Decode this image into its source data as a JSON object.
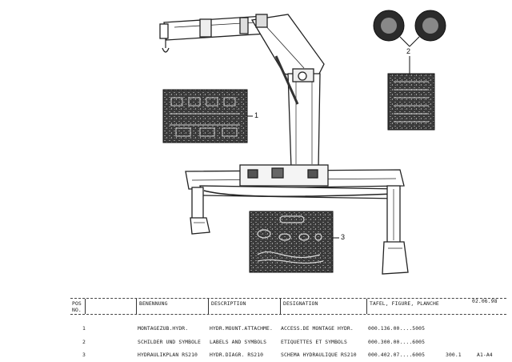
{
  "callouts": [
    "3",
    "2",
    "1"
  ],
  "table": {
    "headers": {
      "pos_line1": "POS",
      "pos_line2": "NO.",
      "benennung": "BENENNUNG",
      "description": "DESCRIPTION",
      "designation": "DESIGNATION",
      "tafel": "TAFEL, FIGURE, PLANCHE",
      "date": "02.06.98"
    },
    "rows": [
      {
        "pos": "1",
        "benennung": "MONTAGEZUB.HYDR.",
        "description": "HYDR.MOUNT.ATTACHME.",
        "designation": "ACCESS.DE MONTAGE HYDR.",
        "tafel": "000.136.00....5005",
        "extra1": "",
        "extra2": ""
      },
      {
        "pos": "2",
        "benennung": "SCHILDER UND SYMBOLE",
        "description": "LABELS AND SYMBOLS",
        "designation": "ETIQUETTES ET SYMBOLS",
        "tafel": "000.300.00....6005",
        "extra1": "",
        "extra2": ""
      },
      {
        "pos": "3",
        "benennung": "HYDRAULIKPLAN  RS210",
        "description": "HYDR.DIAGR.     RS210",
        "designation": "SCHEMA HYDRAULIQUE  RS210",
        "tafel": "000.402.07....6005",
        "extra1": "300.1",
        "extra2": "A1-A4"
      }
    ]
  }
}
